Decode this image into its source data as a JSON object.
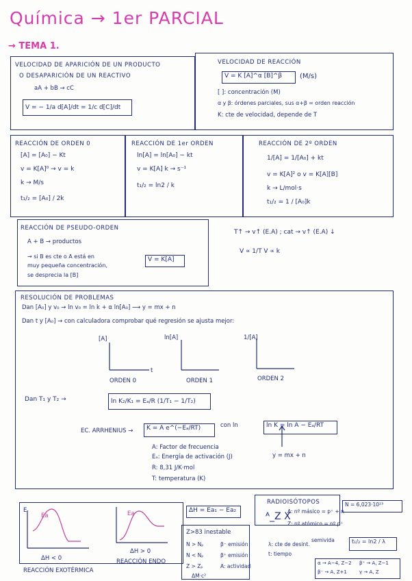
{
  "title": "Química → 1er PARCIAL",
  "subtitle": "→ TEMA 1.",
  "velocidad_producto": {
    "heading1": "VELOCIDAD DE APARICIÓN DE UN PRODUCTO",
    "heading2": "O DESAPARICIÓN DE UN REACTIVO",
    "reaction": "aA + bB → cC",
    "formula": "V = − 1/a d[A]/dt = 1/c d[C]/dt"
  },
  "velocidad_reaccion": {
    "heading": "VELOCIDAD DE REACCIÓN",
    "formula": "V = K [A]^α [B]^β",
    "units": "(M/s)",
    "line1": "[ ]: concentración (M)",
    "line2": "α y β: órdenes parciales, sus α+β = orden reacción",
    "line3": "K: cte de velocidad, depende de T"
  },
  "orden0": {
    "heading": "REACCIÓN DE ORDEN 0",
    "l1": "[A] = [A₀] − Kt",
    "l2": "v = K[A]⁰ → v = k",
    "l3": "k → M/s",
    "l4": "t₁/₂ = [A₀] / 2k"
  },
  "orden1": {
    "heading": "REACCIÓN DE 1er ORDEN",
    "l1": "ln[A] = ln[A₀] − kt",
    "l2": "v = K[A]   k → s⁻¹",
    "l3": "t₁/₂ = ln2 / k"
  },
  "orden2": {
    "heading": "REACCIÓN DE 2º ORDEN",
    "l1": "1/[A] = 1/[A₀] + kt",
    "l2": "v = K[A]²  o  v = K[A][B]",
    "l3": "k → L/mol·s",
    "l4": "t₁/₂ = 1 / [A₀]k"
  },
  "pseudo": {
    "heading": "REACCIÓN DE PSEUDO-ORDEN",
    "l1": "A + B → productos",
    "l2": "→ si B es cte o A está en",
    "l3": "muy pequeña concentración,",
    "l4": "se desprecia la [B]",
    "result": "V = K[A]"
  },
  "temp": {
    "l1": "T↑ → v↑ (E.A) ; cat → v↑ (E.A) ↓",
    "l2": "V ∝ 1/T      V ∝ k"
  },
  "problemas": {
    "heading": "RESOLUCIÓN DE PROBLEMAS",
    "l1": "Dan [A₀] y v₀ → ln v₀ = ln k + α ln[A₀]  ⟶ y = mx + n",
    "l2": "Dan t y [A₀] → con calculadora comprobar qué regresión se ajusta mejor:",
    "g1_axis": "[A]",
    "g1_label": "ORDEN 0",
    "g2_axis": "ln[A]",
    "g2_label": "ORDEN 1",
    "g3_axis": "1/[A]",
    "g3_label": "ORDEN 2",
    "t_label": "t",
    "dan_t": "Dan T₁ y T₂ →",
    "arr_formula": "ln K₂/K₁ = Eₐ/R (1/T₁ − 1/T₂)",
    "arrhenius": "EC. ARRHENIUS →",
    "arr_main": "K = A e^(−Eₐ/RT)",
    "con_ln": "con ln",
    "arr_ln": "ln K = ln A − Eₐ/RT",
    "ymx": "y = mx + n",
    "d1": "A: Factor de frecuencia",
    "d2": "Eₐ: Energía de activación (J)",
    "d3": "R: 8,31 J/K·mol",
    "d4": "T: temperatura (K)"
  },
  "energia": {
    "ea_label": "Ea",
    "e_axis": "E",
    "dh_neg": "ΔH < 0",
    "dh_pos": "ΔH > 0",
    "exo": "REACCIÓN EXOTÉRMICA",
    "endo": "REACCIÓN ENDO",
    "dh_formula": "ΔH = Ea₁ − Ea₂"
  },
  "cuestionario": {
    "heading": "Z>83 inestable",
    "items": [
      "N > Nₚ",
      "N < Nₚ",
      "Z > Zₚ"
    ],
    "notes": [
      "β⁻ emisión",
      "β⁺ emisión",
      "A: actividad"
    ],
    "last": "ΔM·c²"
  },
  "radio": {
    "heading": "RADIOISÓTOPOS",
    "symbol": "ᴬ_Z X",
    "l1": "A: nº másico = p⁺ + n",
    "l2": "Z: nº atómico = nº p⁺",
    "l3": "λ: cte de desint.",
    "l4": "t: tiempo",
    "l5": "semivida",
    "right_box": "N = 6,023·10²³",
    "half": "t₁/₂ = ln2 / λ",
    "b1": "α → A−4, Z−2",
    "b2": "β⁻ → A, Z+1",
    "b3": "β⁺ → A, Z−1",
    "b4": "γ → A, Z"
  }
}
